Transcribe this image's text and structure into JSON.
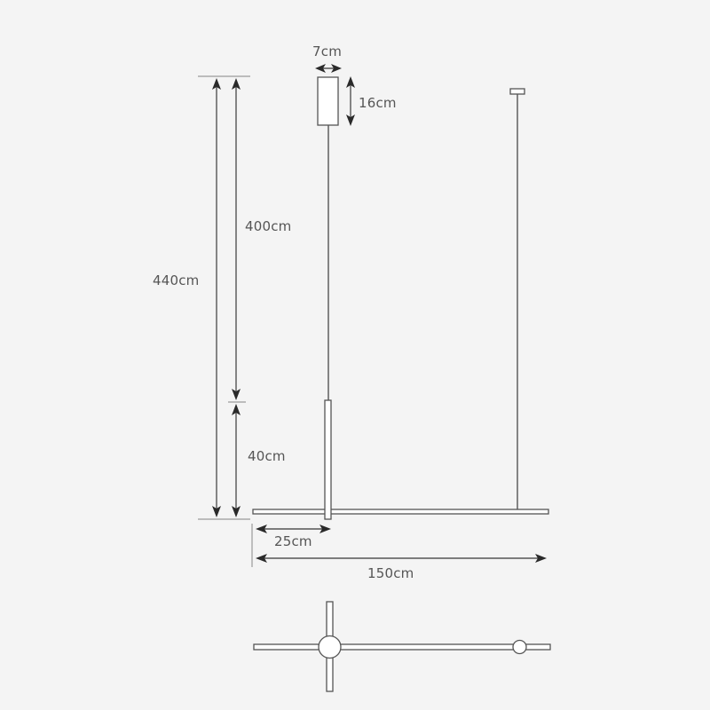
{
  "diagram": {
    "title": "Pendant lamp dimension drawing",
    "colors": {
      "background": "#f4f4f4",
      "line": "#555555",
      "extension_line": "#9a9a9a",
      "arrowhead": "#2a2a2a",
      "fill": "#ffffff"
    },
    "dimensions": {
      "canopy_width": "7cm",
      "canopy_height": "16cm",
      "cable_length": "400cm",
      "total_height": "440cm",
      "vertical_tube_height": "40cm",
      "vertical_tube_offset": "25cm",
      "horizontal_bar_length": "150cm"
    },
    "views": {
      "front_view": "front-elevation",
      "top_view": "plan-view"
    }
  }
}
